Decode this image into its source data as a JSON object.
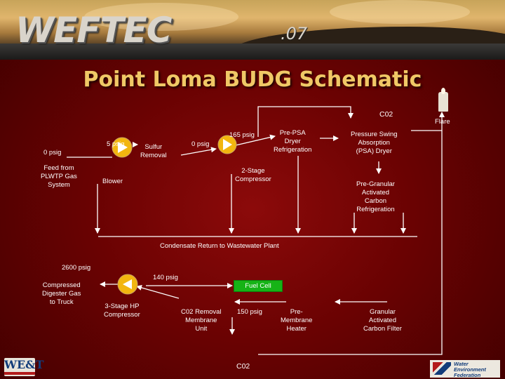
{
  "header": {
    "logo_text": "WEFTEC",
    "logo_year": ".07"
  },
  "title": "Point Loma BUDG Schematic",
  "nodes": {
    "feed": "Feed from\nPLWTP Gas\nSystem",
    "p0_left": "0 psig",
    "p5": "5 psig",
    "blower": "Blower",
    "sulfur": "Sulfur\nRemoval",
    "p0_mid": "0 psig",
    "p165": "165 psig",
    "compressor2": "2-Stage\nCompressor",
    "prepsa": "Pre-PSA\nDryer\nRefrigeration",
    "co2_top": "C02",
    "psa": "Pressure Swing\nAbsorption\n(PSA) Dryer",
    "flare": "Flare",
    "pregac": "Pre-Granular\nActivated\nCarbon\nRefrigeration",
    "condensate": "Condensate Return to Wastewater Plant",
    "p2600": "2600 psig",
    "p140": "140 psig",
    "compressed": "Compressed\nDigester Gas\nto Truck",
    "hpcomp": "3-Stage HP\nCompressor",
    "fuelcell": "Fuel Cell",
    "membrane": "C02 Removal\nMembrane\nUnit",
    "p150": "150 psig",
    "premembrane": "Pre-\nMembrane\nHeater",
    "gac": "Granular\nActivated\nCarbon Filter",
    "co2_bottom": "C02"
  },
  "colors": {
    "title": "#f0c866",
    "line": "#ffffff",
    "pump": "#f2b60f",
    "fuel_cell": "#16b316"
  },
  "footer": {
    "left_logo": "WE&T",
    "right_logo": "Water Environment Federation"
  }
}
